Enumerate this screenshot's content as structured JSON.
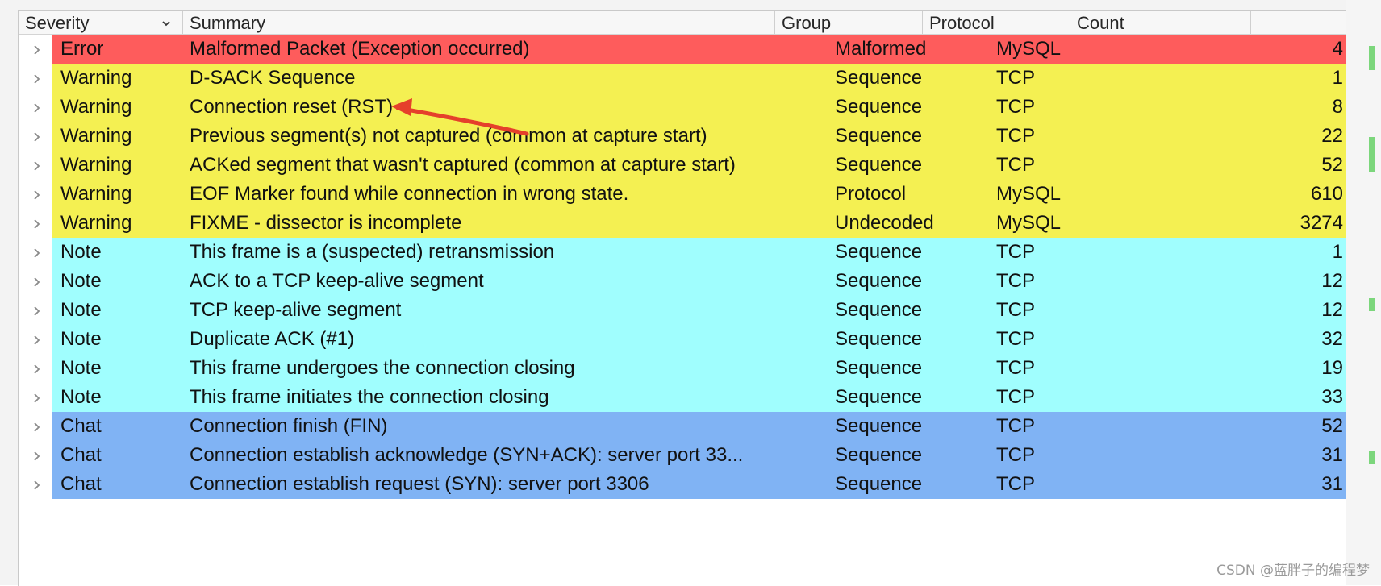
{
  "columns": {
    "severity": "Severity",
    "summary": "Summary",
    "group": "Group",
    "protocol": "Protocol",
    "count": "Count"
  },
  "icons": {
    "sort": "chevron-down-icon",
    "expand": "chevron-right-icon",
    "annotation": "red-arrow-annotation"
  },
  "colors": {
    "error": "#fe5c5c",
    "warning": "#f4f052",
    "note": "#a0fefe",
    "chat": "#80b3f4",
    "annotation_arrow": "#e5402b"
  },
  "rows": [
    {
      "severity": "Error",
      "summary": "Malformed Packet (Exception occurred)",
      "group": "Malformed",
      "protocol": "MySQL",
      "count": "4",
      "level": "error"
    },
    {
      "severity": "Warning",
      "summary": "D-SACK Sequence",
      "group": "Sequence",
      "protocol": "TCP",
      "count": "1",
      "level": "warning"
    },
    {
      "severity": "Warning",
      "summary": "Connection reset (RST)",
      "group": "Sequence",
      "protocol": "TCP",
      "count": "8",
      "level": "warning"
    },
    {
      "severity": "Warning",
      "summary": "Previous segment(s) not captured (common at capture start)",
      "group": "Sequence",
      "protocol": "TCP",
      "count": "22",
      "level": "warning"
    },
    {
      "severity": "Warning",
      "summary": "ACKed segment that wasn't captured (common at capture start)",
      "group": "Sequence",
      "protocol": "TCP",
      "count": "52",
      "level": "warning"
    },
    {
      "severity": "Warning",
      "summary": "EOF Marker found while connection in wrong state.",
      "group": "Protocol",
      "protocol": "MySQL",
      "count": "610",
      "level": "warning"
    },
    {
      "severity": "Warning",
      "summary": "FIXME - dissector is incomplete",
      "group": "Undecoded",
      "protocol": "MySQL",
      "count": "3274",
      "level": "warning"
    },
    {
      "severity": "Note",
      "summary": "This frame is a (suspected) retransmission",
      "group": "Sequence",
      "protocol": "TCP",
      "count": "1",
      "level": "note"
    },
    {
      "severity": "Note",
      "summary": "ACK to a TCP keep-alive segment",
      "group": "Sequence",
      "protocol": "TCP",
      "count": "12",
      "level": "note"
    },
    {
      "severity": "Note",
      "summary": "TCP keep-alive segment",
      "group": "Sequence",
      "protocol": "TCP",
      "count": "12",
      "level": "note"
    },
    {
      "severity": "Note",
      "summary": "Duplicate ACK (#1)",
      "group": "Sequence",
      "protocol": "TCP",
      "count": "32",
      "level": "note"
    },
    {
      "severity": "Note",
      "summary": "This frame undergoes the connection closing",
      "group": "Sequence",
      "protocol": "TCP",
      "count": "19",
      "level": "note"
    },
    {
      "severity": "Note",
      "summary": "This frame initiates the connection closing",
      "group": "Sequence",
      "protocol": "TCP",
      "count": "33",
      "level": "note"
    },
    {
      "severity": "Chat",
      "summary": "Connection finish (FIN)",
      "group": "Sequence",
      "protocol": "TCP",
      "count": "52",
      "level": "chat"
    },
    {
      "severity": "Chat",
      "summary": "Connection establish acknowledge (SYN+ACK): server port 33...",
      "group": "Sequence",
      "protocol": "TCP",
      "count": "31",
      "level": "chat"
    },
    {
      "severity": "Chat",
      "summary": "Connection establish request (SYN): server port 3306",
      "group": "Sequence",
      "protocol": "TCP",
      "count": "31",
      "level": "chat"
    }
  ],
  "watermark": "CSDN @蓝胖子的编程梦"
}
